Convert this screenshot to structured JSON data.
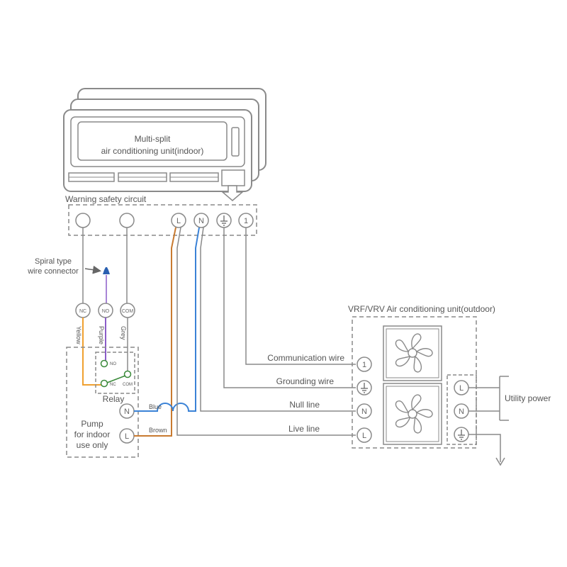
{
  "indoor_unit": {
    "title_line1": "Multi-split",
    "title_line2": "air conditioning unit(indoor)"
  },
  "warning_circuit": {
    "label": "Warning safety circuit",
    "terminals": [
      "L",
      "N",
      "⏚",
      "1"
    ]
  },
  "spiral_connector": {
    "label_line1": "Spiral type",
    "label_line2": "wire connector"
  },
  "relay_contacts": {
    "nc": "NC",
    "no": "NO",
    "com": "COM"
  },
  "wire_colors": {
    "yellow": "Yellow",
    "purple": "Purple",
    "grey": "Grey",
    "blue": "Blue",
    "brown": "Brown"
  },
  "relay": {
    "label": "Relay",
    "no": "NO",
    "nc": "NC",
    "com": "COM"
  },
  "pump": {
    "label_line1": "Pump",
    "label_line2": "for indoor",
    "label_line3": "use only",
    "terminal_n": "N",
    "terminal_l": "L"
  },
  "outdoor_unit": {
    "title": "VRF/VRV Air conditioning unit(outdoor)",
    "terminals": [
      "1",
      "⏚",
      "N",
      "L"
    ]
  },
  "wires": {
    "communication": "Communication wire",
    "grounding": "Grounding wire",
    "null_line": "Null line",
    "live_line": "Live line"
  },
  "utility": {
    "label": "Utility power",
    "terminals": [
      "L",
      "N",
      "⏚"
    ]
  },
  "colors": {
    "line": "#8a8a8a",
    "yellow_wire": "#f0a030",
    "purple_wire": "#8a5cc8",
    "blue_wire": "#3a82d6",
    "brown_wire": "#c87a30",
    "relay_green": "#3a8a3a"
  }
}
